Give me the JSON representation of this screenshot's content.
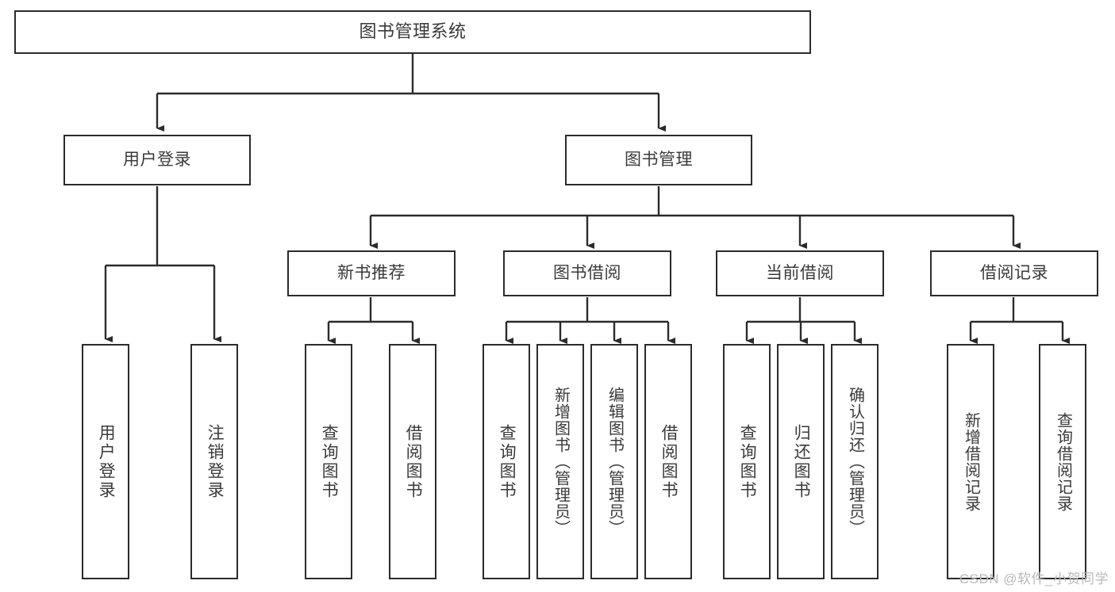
{
  "diagram": {
    "title": "图书管理系统",
    "type": "hierarchy-tree",
    "root": {
      "id": "root",
      "label": "图书管理系统"
    },
    "level1": [
      {
        "id": "user-login",
        "label": "用户登录"
      },
      {
        "id": "book-management",
        "label": "图书管理"
      }
    ],
    "level2": [
      {
        "id": "new-book-recommend",
        "label": "新书推荐",
        "parent": "book-management"
      },
      {
        "id": "book-borrow",
        "label": "图书借阅",
        "parent": "book-management"
      },
      {
        "id": "current-borrow",
        "label": "当前借阅",
        "parent": "book-management"
      },
      {
        "id": "borrow-record",
        "label": "借阅记录",
        "parent": "book-management"
      }
    ],
    "leaves": {
      "user-login": [
        {
          "id": "leaf-user-login",
          "label": "用户登录"
        },
        {
          "id": "leaf-user-logout",
          "label": "注销登录"
        }
      ],
      "new-book-recommend": [
        {
          "id": "leaf-query-book-1",
          "label": "查询图书"
        },
        {
          "id": "leaf-borrow-book-1",
          "label": "借阅图书"
        }
      ],
      "book-borrow": [
        {
          "id": "leaf-query-book-2",
          "label": "查询图书"
        },
        {
          "id": "leaf-add-book",
          "label": "新增图书（管理员）"
        },
        {
          "id": "leaf-edit-book",
          "label": "编辑图书（管理员）"
        },
        {
          "id": "leaf-borrow-book-2",
          "label": "借阅图书"
        }
      ],
      "current-borrow": [
        {
          "id": "leaf-query-book-3",
          "label": "查询图书"
        },
        {
          "id": "leaf-return-book",
          "label": "归还图书"
        },
        {
          "id": "leaf-confirm-return",
          "label": "确认归还（管理员）"
        }
      ],
      "borrow-record": [
        {
          "id": "leaf-add-record",
          "label": "新增借阅记录"
        },
        {
          "id": "leaf-query-record",
          "label": "查询借阅记录"
        }
      ]
    }
  },
  "watermark": {
    "text": "CSDN @软件_小贺同学"
  },
  "colors": {
    "background": "#ffffff",
    "box_border": "#2b2b2b",
    "connector": "#2b2b2b",
    "text": "#3a3a3a",
    "watermark": "#b9b9b9"
  }
}
